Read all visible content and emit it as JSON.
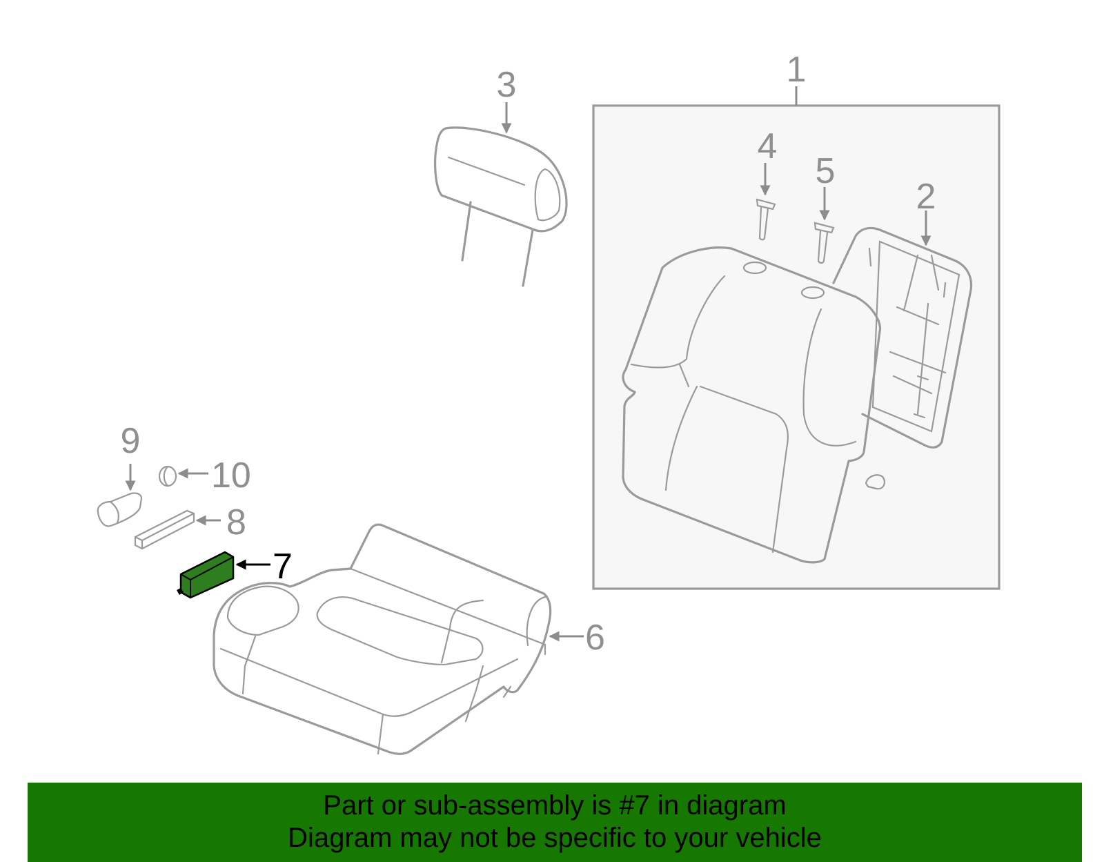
{
  "callouts": {
    "c1": "1",
    "c2": "2",
    "c3": "3",
    "c4": "4",
    "c5": "5",
    "c6": "6",
    "c7": "7",
    "c8": "8",
    "c9": "9",
    "c10": "10"
  },
  "highlight": {
    "part_number": "7",
    "color": "#2e7d1e"
  },
  "banner": {
    "line1": "Part or sub-assembly is #7 in diagram",
    "line2": "Diagram may not be specific to your vehicle",
    "color": "#177800"
  }
}
